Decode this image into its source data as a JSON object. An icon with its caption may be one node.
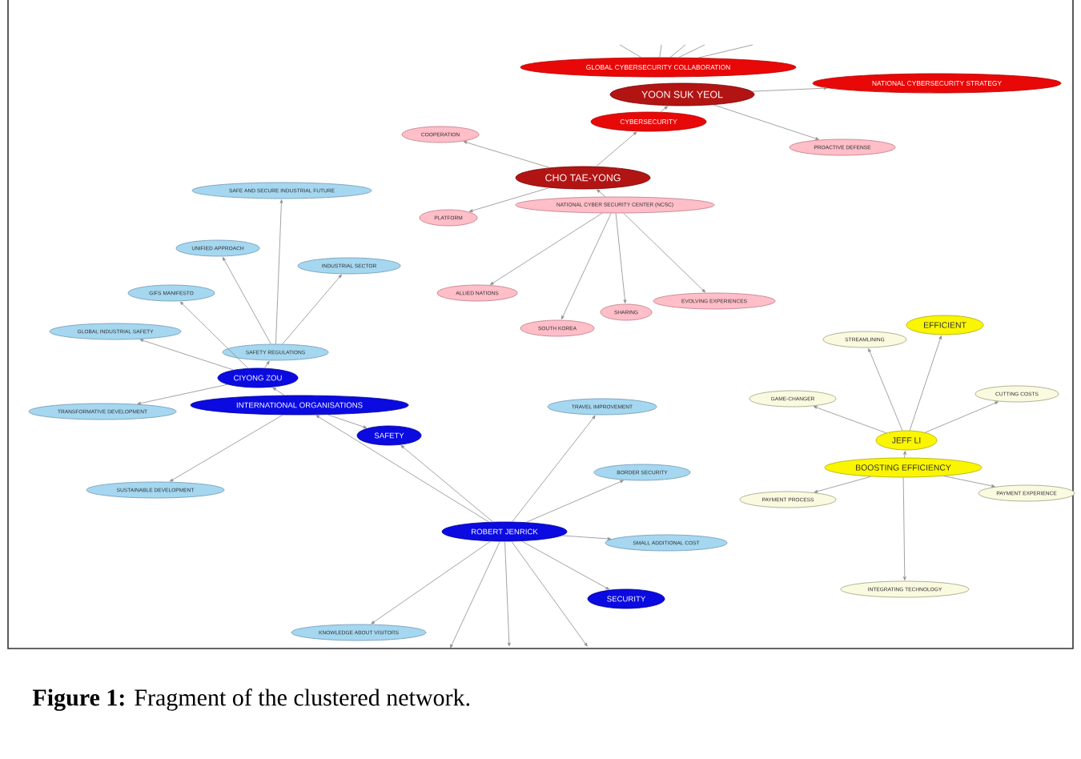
{
  "diagram": {
    "caption": "**Figure 1:** Fragment of the clustered network.",
    "nodes": [
      {
        "text": [
          "GLOBAL CYBERSECURITY COLLABORATION"
        ]
      },
      {
        "text": [
          "YOON SUK YEOL"
        ]
      },
      {
        "text": [
          "NATIONAL CYBERSECURITY STRATEGY"
        ]
      },
      {
        "text": [
          "CYBERSECURITY"
        ]
      },
      {
        "text": [
          "COOPERATION"
        ]
      },
      {
        "text": [
          "PROACTIVE DEFENSE"
        ]
      },
      {
        "text": [
          "CHO TAE-YONG"
        ]
      },
      {
        "text": [
          "PLATFORM"
        ]
      },
      {
        "text": [
          "NATIONAL CYBER SECURITY CENTER (NCSC)"
        ]
      },
      {
        "text": [
          "ALLIED NATIONS"
        ]
      },
      {
        "text": [
          "SOUTH KOREA"
        ]
      },
      {
        "text": [
          "SHARING"
        ]
      },
      {
        "text": [
          "EVOLVING EXPERIENCES"
        ]
      },
      {
        "text": [
          "SAFE AND SECURE INDUSTRIAL FUTURE"
        ]
      },
      {
        "text": [
          "UNIFIED APPROACH"
        ]
      },
      {
        "text": [
          "INDUSTRIAL SECTOR"
        ]
      },
      {
        "text": [
          "GIFS MANIFESTO"
        ]
      },
      {
        "text": [
          "GLOBAL INDUSTRIAL SAFETY"
        ]
      },
      {
        "text": [
          "SAFETY REGULATIONS"
        ]
      },
      {
        "text": [
          "CIYONG ZOU"
        ]
      },
      {
        "text": [
          "TRANSFORMATIVE DEVELOPMENT"
        ]
      },
      {
        "text": [
          "INTERNATIONAL ORGANISATIONS"
        ]
      },
      {
        "text": [
          "SAFETY"
        ]
      },
      {
        "text": [
          "SUSTAINABLE DEVELOPMENT"
        ]
      },
      {
        "text": [
          "TRAVEL IMPROVEMENT"
        ]
      },
      {
        "text": [
          "BORDER SECURITY"
        ]
      },
      {
        "text": [
          "ROBERT JENRICK"
        ]
      },
      {
        "text": [
          "SMALL ADDITIONAL COST"
        ]
      },
      {
        "text": [
          "SECURITY"
        ]
      },
      {
        "text": [
          "KNOWLEDGE ABOUT VISITORS"
        ]
      },
      {
        "text": [
          "STREAMLINING"
        ]
      },
      {
        "text": [
          "EFFICIENT"
        ]
      },
      {
        "text": [
          "GAME-CHANGER"
        ]
      },
      {
        "text": [
          "CUTTING COSTS"
        ]
      },
      {
        "text": [
          "JEFF LI"
        ]
      },
      {
        "text": [
          "BOOSTING EFFICIENCY"
        ]
      },
      {
        "text": [
          "PAYMENT PROCESS"
        ]
      },
      {
        "text": [
          "PAYMENT EXPERIENCE"
        ]
      },
      {
        "text": [
          "INTEGRATING TECHNOLOGY"
        ]
      }
    ],
    "edges": [
      {
        "from": null,
        "to": 0,
        "arrow": "none"
      },
      {
        "from": null,
        "to": 0,
        "arrow": "none"
      },
      {
        "from": null,
        "to": 0,
        "arrow": "none"
      },
      {
        "from": null,
        "to": 0,
        "arrow": "none"
      },
      {
        "from": null,
        "to": 0,
        "arrow": "none"
      },
      {
        "from": 1,
        "to": 2,
        "arrow": "to"
      },
      {
        "from": 1,
        "to": 5,
        "arrow": "to"
      },
      {
        "from": 3,
        "to": 1,
        "arrow": "to"
      },
      {
        "from": 6,
        "to": 3,
        "arrow": "to"
      },
      {
        "from": 6,
        "to": 4,
        "arrow": "to"
      },
      {
        "from": 6,
        "to": 7,
        "arrow": "to"
      },
      {
        "from": 8,
        "to": 6,
        "arrow": "to"
      },
      {
        "from": 8,
        "to": 9,
        "arrow": "to"
      },
      {
        "from": 8,
        "to": 10,
        "arrow": "to"
      },
      {
        "from": 8,
        "to": 11,
        "arrow": "to"
      },
      {
        "from": 8,
        "to": 12,
        "arrow": "to"
      },
      {
        "from": 18,
        "to": 13,
        "arrow": "to"
      },
      {
        "from": 18,
        "to": 14,
        "arrow": "to"
      },
      {
        "from": 18,
        "to": 15,
        "arrow": "to"
      },
      {
        "from": 19,
        "to": 16,
        "arrow": "to"
      },
      {
        "from": 19,
        "to": 17,
        "arrow": "to"
      },
      {
        "from": 19,
        "to": 18,
        "arrow": "to"
      },
      {
        "from": 19,
        "to": 20,
        "arrow": "to"
      },
      {
        "from": 21,
        "to": 19,
        "arrow": "to"
      },
      {
        "from": 21,
        "to": 23,
        "arrow": "to"
      },
      {
        "from": 21,
        "to": 22,
        "arrow": "to"
      },
      {
        "from": 26,
        "to": 21,
        "arrow": "to"
      },
      {
        "from": 26,
        "to": 22,
        "arrow": "to"
      },
      {
        "from": 26,
        "to": 24,
        "arrow": "to"
      },
      {
        "from": 26,
        "to": 25,
        "arrow": "to"
      },
      {
        "from": 26,
        "to": 27,
        "arrow": "to"
      },
      {
        "from": 26,
        "to": 28,
        "arrow": "to"
      },
      {
        "from": 26,
        "to": 29,
        "arrow": "to"
      },
      {
        "from": 26,
        "to": null,
        "arrow": "to"
      },
      {
        "from": 26,
        "to": null,
        "arrow": "to"
      },
      {
        "from": 26,
        "to": null,
        "arrow": "to"
      },
      {
        "from": 34,
        "to": 30,
        "arrow": "to"
      },
      {
        "from": 34,
        "to": 31,
        "arrow": "to"
      },
      {
        "from": 34,
        "to": 32,
        "arrow": "to"
      },
      {
        "from": 34,
        "to": 33,
        "arrow": "to"
      },
      {
        "from": 35,
        "to": 34,
        "arrow": "to"
      },
      {
        "from": 35,
        "to": 36,
        "arrow": "to"
      },
      {
        "from": 35,
        "to": 37,
        "arrow": "to"
      },
      {
        "from": 35,
        "to": 38,
        "arrow": "to"
      }
    ]
  }
}
